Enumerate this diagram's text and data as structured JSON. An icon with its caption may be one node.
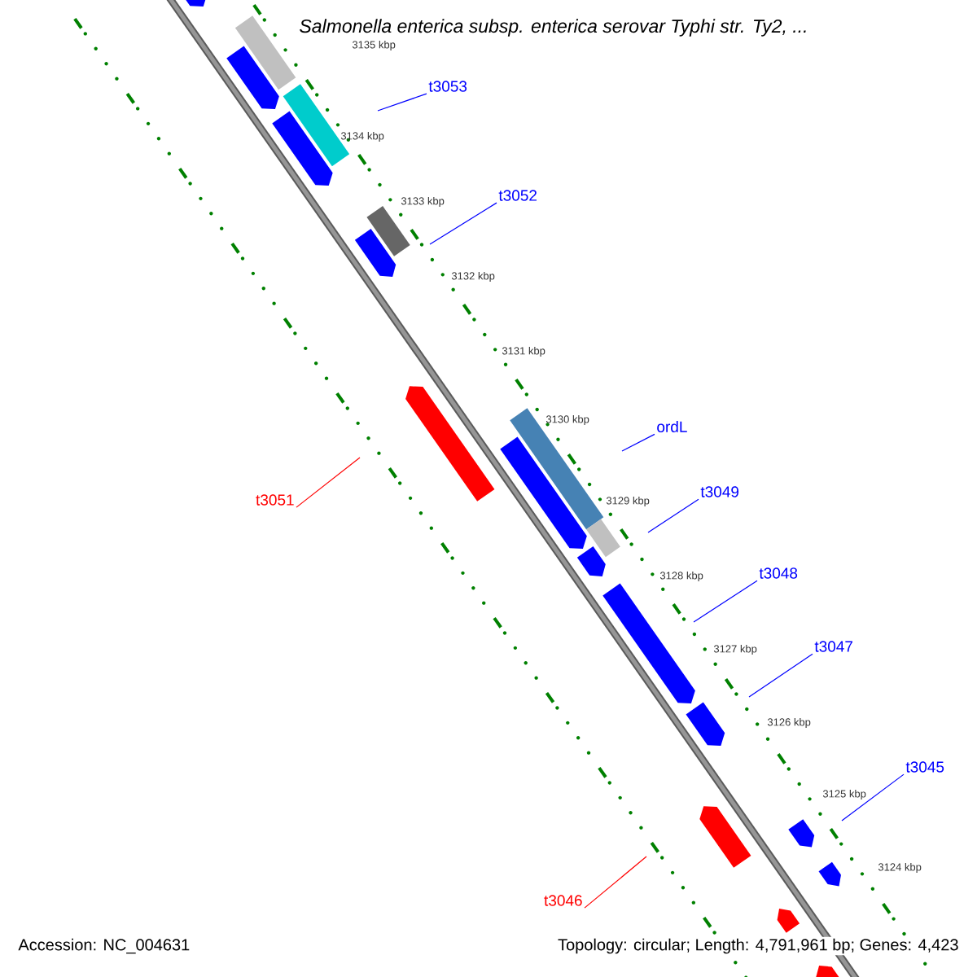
{
  "diagram": {
    "title": "Salmonella enterica subsp. enterica serovar Typhi str. Ty2, ...",
    "nodes": [
      {
        "text": [
          "t3053"
        ]
      },
      {
        "text": [
          "t3052"
        ]
      },
      {
        "text": [
          "ordL"
        ]
      },
      {
        "text": [
          "t3049"
        ]
      },
      {
        "text": [
          "t3048"
        ]
      },
      {
        "text": [
          "t3047"
        ]
      },
      {
        "text": [
          "t3045"
        ]
      },
      {
        "text": [
          "t3051"
        ]
      },
      {
        "text": [
          "t3046"
        ]
      }
    ],
    "edges": [
      {
        "from": 0,
        "to": null,
        "arrow": "none"
      },
      {
        "from": 1,
        "to": null,
        "arrow": "none"
      },
      {
        "from": 2,
        "to": null,
        "arrow": "none"
      },
      {
        "from": 3,
        "to": null,
        "arrow": "none"
      },
      {
        "from": 4,
        "to": null,
        "arrow": "none"
      },
      {
        "from": 5,
        "to": null,
        "arrow": "none"
      },
      {
        "from": 6,
        "to": null,
        "arrow": "none"
      },
      {
        "from": 7,
        "to": null,
        "arrow": "none",
        "color": "#ff0000"
      },
      {
        "from": 8,
        "to": null,
        "arrow": "none",
        "color": "#ff0000"
      }
    ],
    "labels": [
      "3135 kbp",
      "3134 kbp",
      "3133 kbp",
      "3132 kbp",
      "3131 kbp",
      "3130 kbp",
      "3129 kbp",
      "3128 kbp",
      "3127 kbp",
      "3126 kbp",
      "3125 kbp",
      "3124 kbp",
      "Accession: NC_004631",
      "Topology: circular; Length: 4,791,961 bp; Genes: 4,423"
    ]
  }
}
